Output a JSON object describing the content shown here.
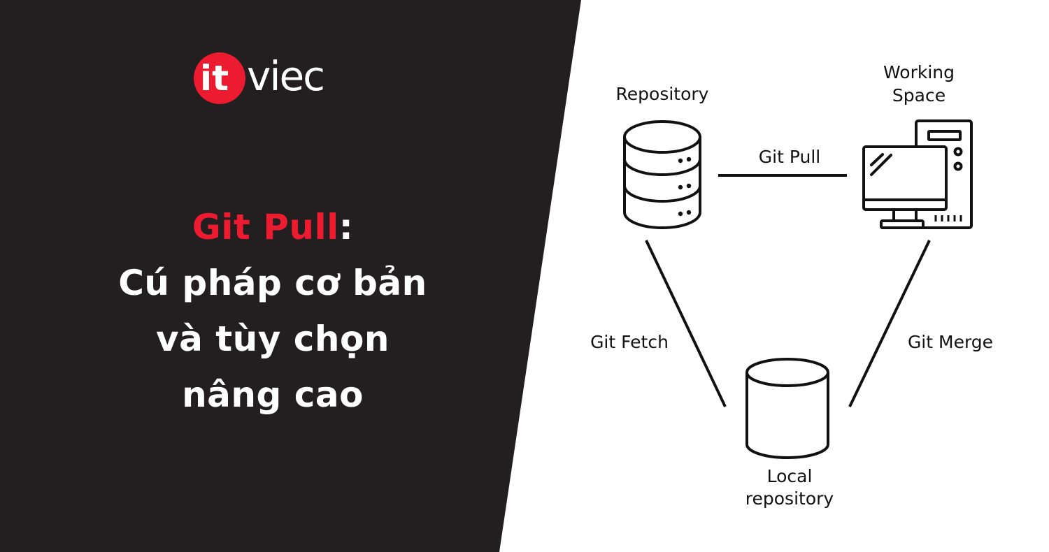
{
  "brand": {
    "logo_text_it": "it",
    "logo_text_viec": "viec",
    "accent_color": "#ed1b2f",
    "dark_color": "#231f20"
  },
  "headline": {
    "accent": "Git Pull",
    "colon": ":",
    "line2": "Cú pháp cơ bản",
    "line3": "và tùy chọn",
    "line4": "nâng cao"
  },
  "diagram": {
    "nodes": {
      "repository": {
        "label": "Repository",
        "icon": "database-server-icon"
      },
      "working_space": {
        "label_line1": "Working",
        "label_line2": "Space",
        "icon": "desktop-computer-icon"
      },
      "local_repository": {
        "label_line1": "Local",
        "label_line2": "repository",
        "icon": "database-cylinder-icon"
      }
    },
    "edges": {
      "git_pull": "Git Pull",
      "git_fetch": "Git Fetch",
      "git_merge": "Git Merge"
    }
  }
}
